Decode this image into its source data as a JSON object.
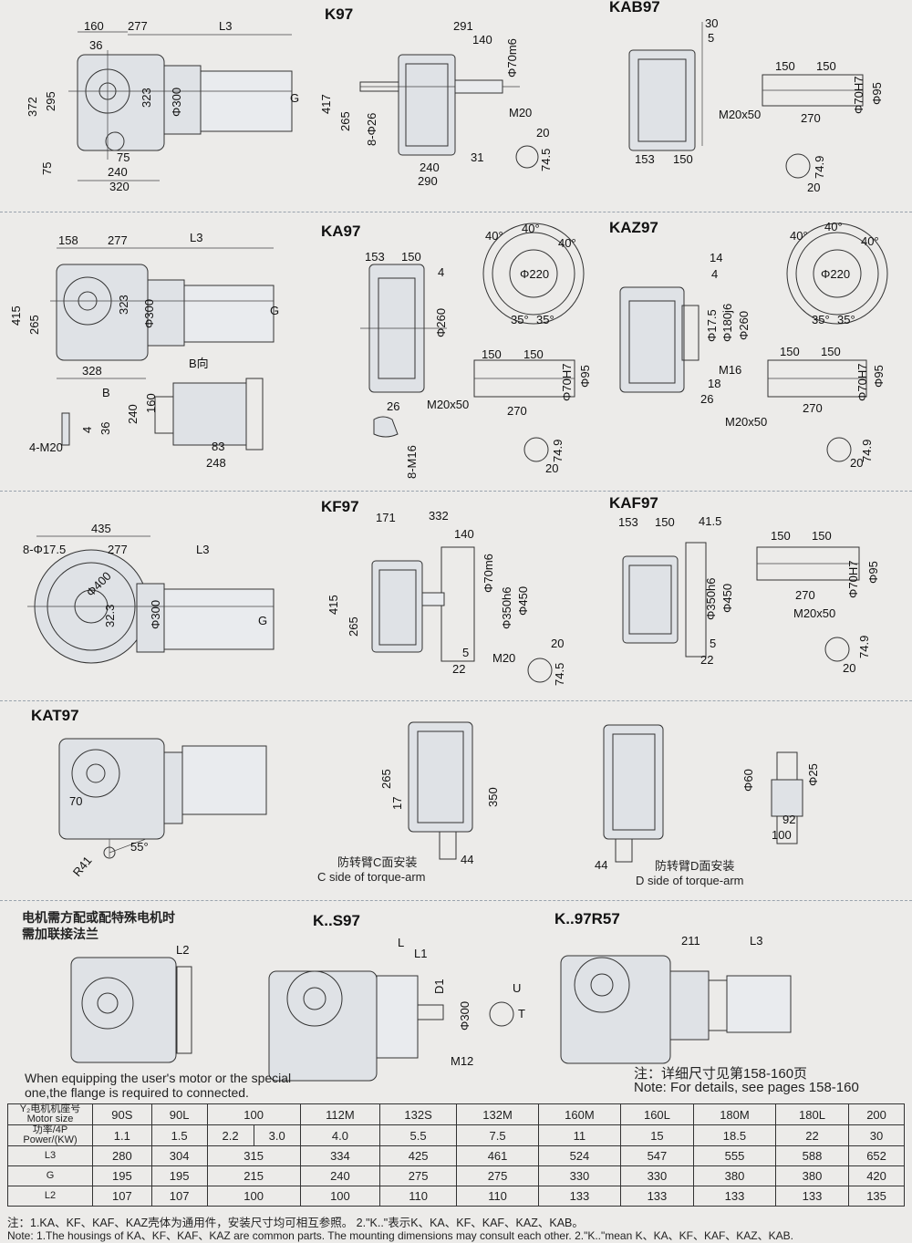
{
  "sections": {
    "k97": {
      "title": "K97",
      "title2": "KAB97"
    },
    "ka97": {
      "title": "KA97",
      "title2": "KAZ97",
      "b_view": "B向",
      "b_mark": "B"
    },
    "kf97": {
      "title": "KF97",
      "title2": "KAF97"
    },
    "kat97": {
      "title": "KAT97",
      "caption_c_cn": "防转臂C面安装",
      "caption_c_en": "C side of torque-arm",
      "caption_d_cn": "防转臂D面安装",
      "caption_d_en": "D side of torque-arm"
    },
    "flange": {
      "note_cn_1": "电机需方配或配特殊电机时",
      "note_cn_2": "需加联接法兰",
      "title_s": "K..S97",
      "title_r": "K..97R57",
      "note_en_1": "When equipping the user's motor or the special",
      "note_en_2": "one,the flange is required to connected.",
      "see_cn": "注：详细尺寸见第158-160页",
      "see_en": "Note: For details, see pages 158-160"
    }
  },
  "dims": {
    "k97": {
      "a": "160",
      "b": "277",
      "c": "L3",
      "d": "36",
      "e": "372",
      "f": "295",
      "g": "323",
      "h": "Φ300",
      "i": "G",
      "j": "75",
      "k": "75",
      "l": "240",
      "m": "320"
    },
    "k97_front": {
      "a": "291",
      "b": "140",
      "c": "Φ70m6",
      "d": "417",
      "e": "265",
      "f": "8-Φ26",
      "g": "M20",
      "h": "20",
      "i": "74.5",
      "j": "240",
      "k": "290",
      "l": "31"
    },
    "kab97": {
      "a": "30",
      "b": "5",
      "c": "150",
      "d": "150",
      "e": "Φ95",
      "f": "Φ70H7",
      "g": "M20x50",
      "h": "270",
      "i": "153",
      "j": "150",
      "k": "74.9",
      "l": "20"
    },
    "ka97": {
      "a": "158",
      "b": "277",
      "c": "L3",
      "d": "415",
      "e": "265",
      "f": "323",
      "g": "Φ300",
      "h": "G",
      "i": "328",
      "j": "160",
      "k": "240",
      "l": "83",
      "m": "248",
      "n": "36",
      "o": "4",
      "p": "4-M20"
    },
    "ka97_front": {
      "a": "153",
      "b": "150",
      "c": "4",
      "d": "Φ260",
      "e": "26",
      "f": "8-M16",
      "g": "150",
      "h": "150",
      "i": "M20x50",
      "j": "270",
      "k": "Φ70H7",
      "l": "Φ95",
      "m": "74.9",
      "n": "20",
      "o": "40°",
      "p": "Φ220",
      "q": "35°"
    },
    "kaz97": {
      "a": "14",
      "b": "4",
      "c": "Φ17.5",
      "d": "Φ180j6",
      "e": "Φ260",
      "f": "M16",
      "g": "18",
      "h": "26",
      "i": "150",
      "j": "150",
      "k": "270",
      "l": "M20x50",
      "m": "Φ70H7",
      "n": "Φ95",
      "o": "74.9",
      "p": "20"
    },
    "kf97": {
      "a": "435",
      "b": "8-Φ17.5",
      "c": "277",
      "d": "L3",
      "e": "Φ400",
      "f": "32.3",
      "g": "Φ300",
      "h": "G"
    },
    "kf97_front": {
      "a": "171",
      "b": "332",
      "c": "140",
      "d": "Φ70m6",
      "e": "Φ350h6",
      "f": "Φ450",
      "g": "415",
      "h": "265",
      "i": "5",
      "j": "22",
      "k": "M20",
      "l": "20",
      "m": "74.5"
    },
    "kaf97": {
      "a": "153",
      "b": "150",
      "c": "41.5",
      "d": "Φ350h6",
      "e": "Φ450",
      "f": "5",
      "g": "22",
      "h": "150",
      "i": "150",
      "j": "Φ70H7",
      "k": "Φ95",
      "l": "270",
      "m": "M20x50",
      "n": "74.9",
      "o": "20"
    },
    "kat97": {
      "a": "70",
      "b": "R41",
      "c": "55°",
      "d": "265",
      "e": "17",
      "f": "350",
      "g": "44",
      "h": "44",
      "i": "Φ60",
      "j": "Φ25",
      "k": "92",
      "l": "100"
    },
    "ks97": {
      "a": "L2",
      "b": "L",
      "c": "L1",
      "d": "D1",
      "e": "Φ300",
      "f": "M12",
      "g": "U",
      "h": "T",
      "i": "211",
      "j": "L3"
    }
  },
  "table": {
    "rows": [
      {
        "head": [
          "Y₂电机机座号",
          "Motor size"
        ],
        "cells": [
          "90S",
          "90L",
          "100",
          "112M",
          "132S",
          "132M",
          "160M",
          "160L",
          "180M",
          "180L",
          "200"
        ]
      },
      {
        "head": [
          "功率/4P",
          "Power/(KW)"
        ],
        "cells": [
          "1.1",
          "1.5",
          "2.2",
          "3.0",
          "4.0",
          "5.5",
          "7.5",
          "11",
          "15",
          "18.5",
          "22",
          "30"
        ]
      },
      {
        "head": [
          "L3"
        ],
        "cells": [
          "280",
          "304",
          "315",
          "334",
          "425",
          "461",
          "524",
          "547",
          "555",
          "588",
          "652"
        ]
      },
      {
        "head": [
          "G"
        ],
        "cells": [
          "195",
          "195",
          "215",
          "240",
          "275",
          "275",
          "330",
          "330",
          "380",
          "380",
          "420"
        ]
      },
      {
        "head": [
          "L2"
        ],
        "cells": [
          "107",
          "107",
          "100",
          "100",
          "110",
          "110",
          "133",
          "133",
          "133",
          "133",
          "135"
        ]
      }
    ]
  },
  "footer": {
    "cn": "注：1.KA、KF、KAF、KAZ壳体为通用件，安装尺寸均可相互参照。   2.\"K..\"表示K、KA、KF、KAF、KAZ、KAB。",
    "en": "Note: 1.The housings of KA、KF、KAF、KAZ are common parts. The mounting dimensions may consult each other.    2.\"K..\"mean K、KA、KF、KAF、KAZ、KAB."
  }
}
